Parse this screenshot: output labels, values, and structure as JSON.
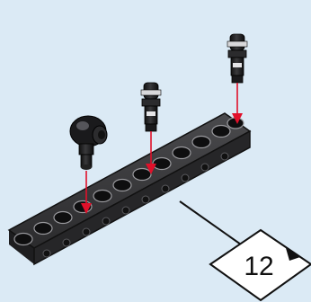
{
  "instructions": {
    "step_number": "12",
    "parts": [
      {
        "name": "technic-beam-11-hole",
        "icon": "black-technic-beam"
      },
      {
        "name": "ball-joint-pin",
        "icon": "black-ball-joint-pin"
      },
      {
        "name": "axle-pin-middle",
        "icon": "black-axle-pin"
      },
      {
        "name": "axle-pin-right",
        "icon": "black-axle-pin"
      }
    ],
    "colors": {
      "background": "#dbeaf5",
      "arrow": "#e0102a",
      "beam": "#2a2a2c",
      "part": "#1c1c1e",
      "label_fill": "#ffffff"
    }
  }
}
